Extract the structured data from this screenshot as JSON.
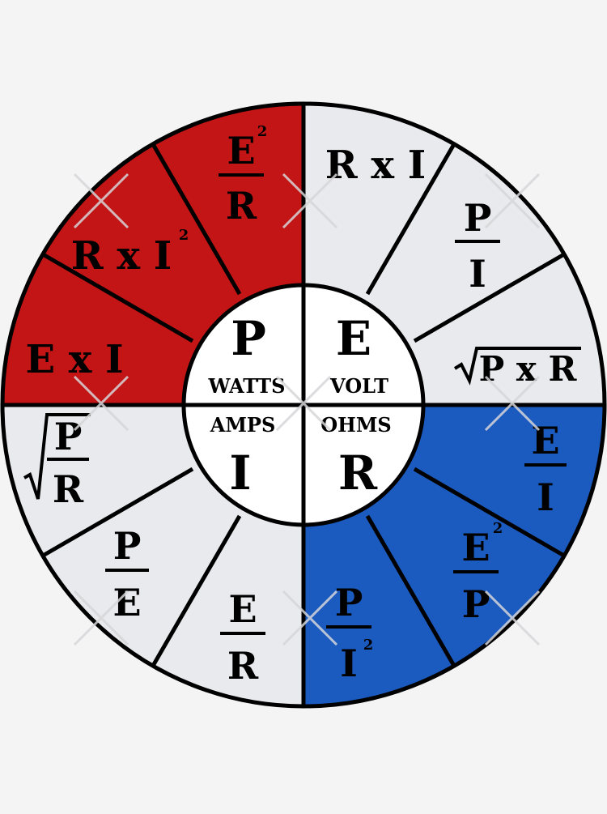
{
  "colors": {
    "watts_quadrant": "#c31515",
    "ohms_quadrant": "#1b5bbf",
    "light_quadrant": "#e9eaee",
    "center": "#ffffff",
    "outline": "#000000"
  },
  "center": {
    "power": {
      "symbol": "P",
      "unit": "WATTS"
    },
    "voltage": {
      "symbol": "E",
      "unit": "VOLT"
    },
    "current": {
      "symbol": "I",
      "unit": "AMPS"
    },
    "resistance": {
      "symbol": "R",
      "unit": "OHMS"
    }
  },
  "formulas": {
    "power": {
      "e2_over_r": {
        "num": "E",
        "den": "R",
        "sup": "2"
      },
      "r_x_i2": {
        "text": "R x I",
        "sup": "2"
      },
      "e_x_i": {
        "text": "E x I"
      }
    },
    "voltage": {
      "r_x_i": {
        "text": "R x I"
      },
      "p_over_i": {
        "num": "P",
        "den": "I"
      },
      "sqrt_p_x_r": {
        "text": "P x R"
      }
    },
    "current": {
      "sqrt_p_over_r": {
        "num": "P",
        "den": "R"
      },
      "p_over_e": {
        "num": "P",
        "den": "E"
      },
      "e_over_r": {
        "num": "E",
        "den": "R"
      }
    },
    "resistance": {
      "e_over_i": {
        "num": "E",
        "den": "I"
      },
      "e2_over_p": {
        "num": "E",
        "den": "P",
        "sup": "2"
      },
      "p_over_i2": {
        "num": "P",
        "den": "I",
        "sup": "2"
      }
    }
  }
}
